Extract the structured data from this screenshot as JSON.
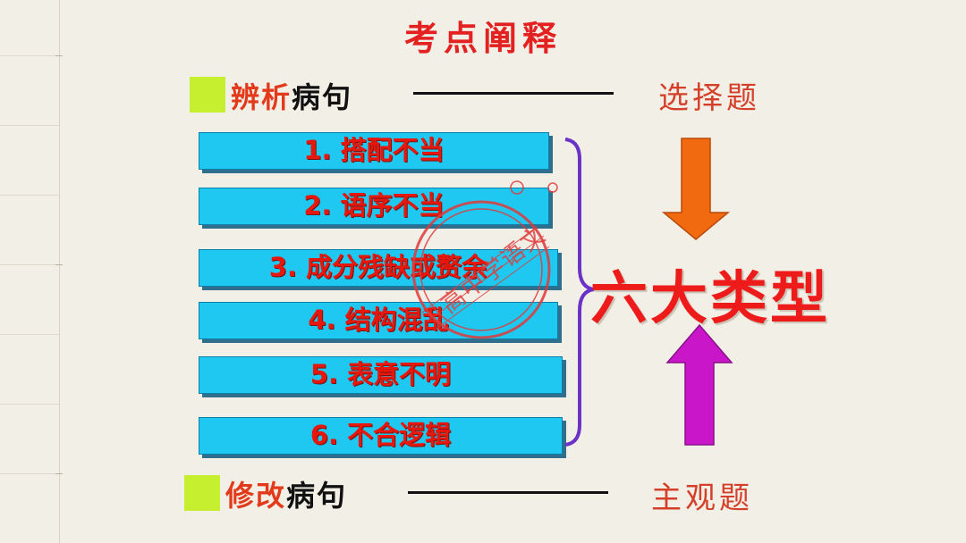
{
  "title": "考点阐释",
  "top_row": {
    "part1": "辨析",
    "part2": "病句",
    "question_type": "选择题"
  },
  "bottom_row": {
    "part1": "修改",
    "part2": "病句",
    "question_type": "主观题"
  },
  "types": [
    "1. 搭配不当",
    "2. 语序不当",
    "3. 成分残缺或赘余",
    "4. 结构混乱",
    "5. 表意不明",
    "6. 不合逻辑"
  ],
  "summary": "六大类型",
  "stamp_text": "高中学语文",
  "colors": {
    "title": "#e32121",
    "bar_fill": "#1ec8f0",
    "bar_text": "#e8170c",
    "orange_arrow": "#f26a10",
    "purple_arrow": "#c816c8",
    "brace": "#6a32c6",
    "marker": "#c6ef2f",
    "stamp": "#e03a3a"
  }
}
